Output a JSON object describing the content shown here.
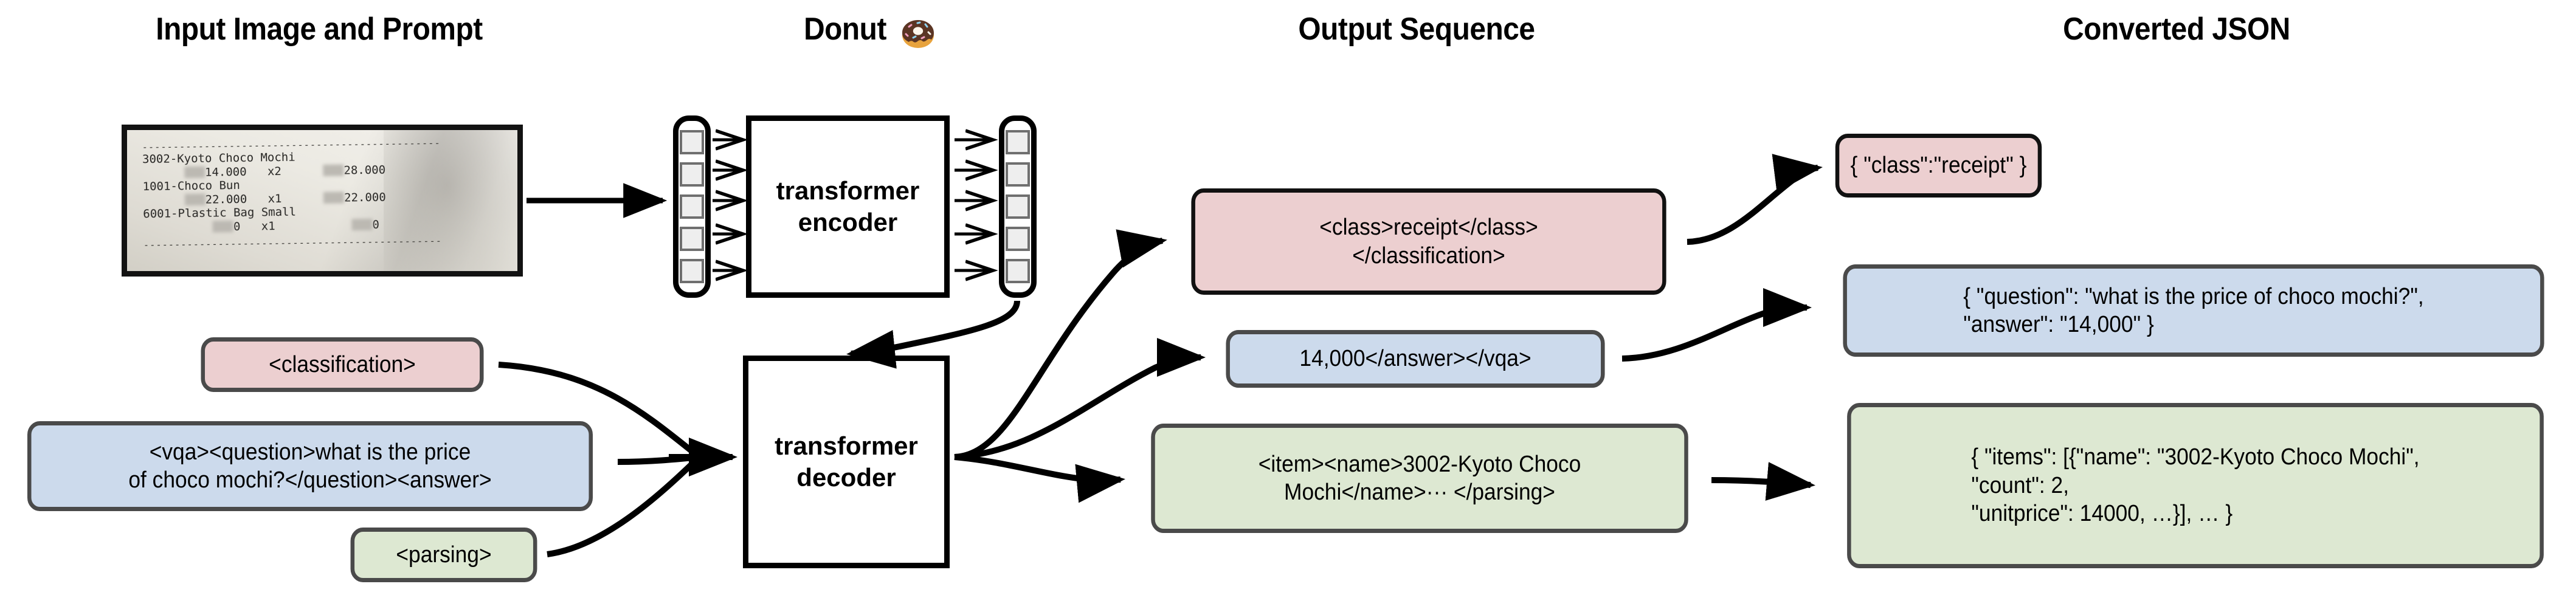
{
  "headings": {
    "input": "Input Image and Prompt",
    "model": "Donut",
    "model_icon": "donut-emoji",
    "output": "Output Sequence",
    "json": "Converted JSON"
  },
  "receipt": {
    "alt": "photographed paper receipt",
    "top_divider": "------------------------------------------------",
    "bottom_divider": "------------------------------------------------",
    "lines": [
      {
        "name": "3002-Kyoto Choco Mochi",
        "price": "14.000",
        "qty": "x2",
        "total": "28.000"
      },
      {
        "name": "1001-Choco Bun",
        "price": "22.000",
        "qty": "x1",
        "total": "22.000"
      },
      {
        "name": "6001-Plastic Bag Small",
        "price": "0",
        "qty": "x1",
        "total": "0"
      }
    ]
  },
  "model": {
    "encoder_label": "transformer\nencoder",
    "decoder_label": "transformer\ndecoder",
    "encoder_input_tokens": 5,
    "encoder_output_tokens": 5
  },
  "prompts": [
    {
      "id": "classification",
      "text": "<classification>",
      "color": "#eccfd0"
    },
    {
      "id": "vqa",
      "text": "<vqa><question>what is the price\nof choco mochi?</question><answer>",
      "color": "#ccdaec"
    },
    {
      "id": "parsing",
      "text": "<parsing>",
      "color": "#dde8d2"
    }
  ],
  "outputs": [
    {
      "id": "classification",
      "text": "<class>receipt</class>\n</classification>",
      "color": "#eccfd0"
    },
    {
      "id": "vqa",
      "text": "14,000</answer></vqa>",
      "color": "#ccdaec"
    },
    {
      "id": "parsing",
      "text": "<item><name>3002-Kyoto Choco\nMochi</name>··· </parsing>",
      "color": "#dde8d2"
    }
  ],
  "json_results": [
    {
      "id": "classification",
      "text": "{ \"class\":\"receipt\" }",
      "color": "#eccfd0"
    },
    {
      "id": "vqa",
      "text": "{ \"question\": \"what is the price of choco mochi?\",\n   \"answer\": \"14,000\" }",
      "color": "#ccdaec"
    },
    {
      "id": "parsing",
      "text": "{ \"items\": [{\"name\": \"3002-Kyoto Choco Mochi\",\n     \"count\": 2,\n     \"unitprice\": 14000, …}], … }",
      "color": "#dde8d2"
    }
  ],
  "colors": {
    "pink": "#eccfd0",
    "blue": "#ccdaec",
    "green": "#dde8d2",
    "border": "#4a4a4a",
    "stroke": "#000000"
  }
}
